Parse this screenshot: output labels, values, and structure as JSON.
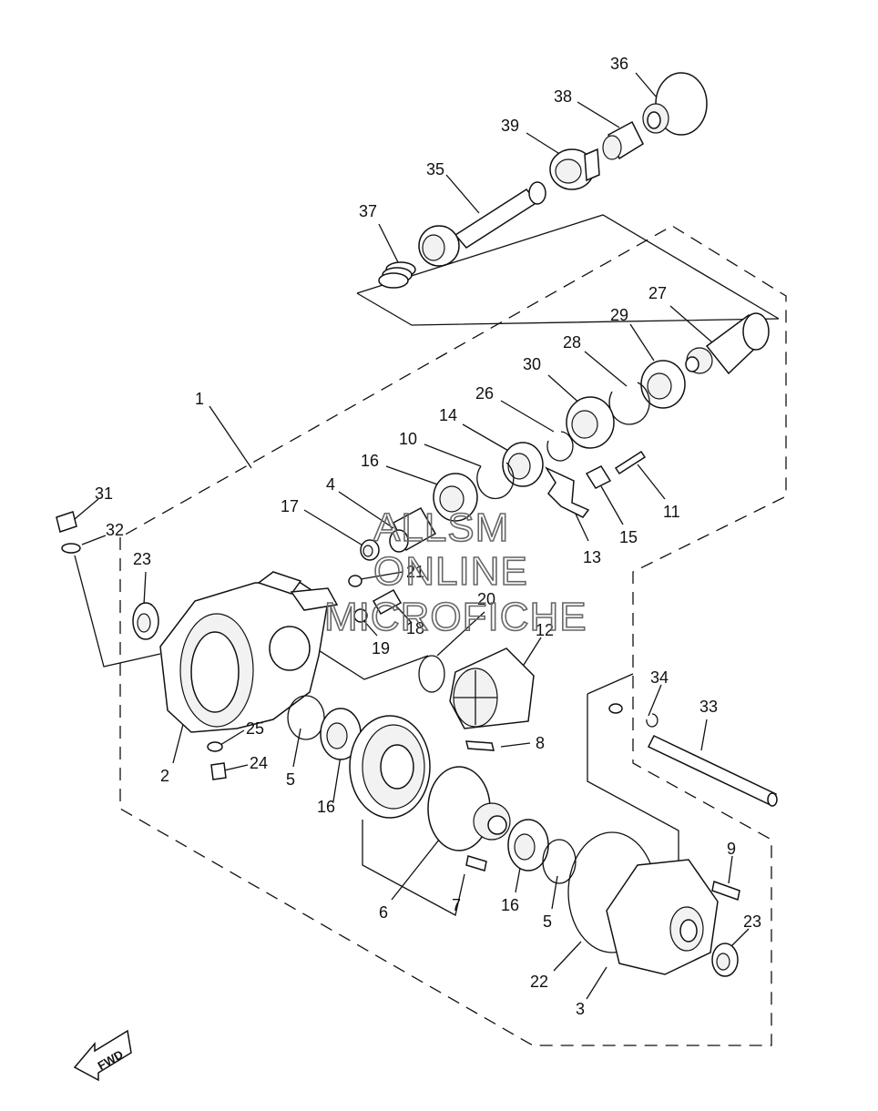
{
  "diagram": {
    "callouts": [
      "1",
      "2",
      "3",
      "4",
      "5",
      "5",
      "6",
      "7",
      "8",
      "9",
      "10",
      "11",
      "12",
      "13",
      "14",
      "15",
      "16",
      "16",
      "16",
      "17",
      "18",
      "19",
      "20",
      "21",
      "22",
      "23",
      "23",
      "24",
      "25",
      "26",
      "27",
      "28",
      "29",
      "30",
      "31",
      "32",
      "33",
      "34",
      "35",
      "36",
      "37",
      "38",
      "39"
    ],
    "watermark": [
      "ALLSM",
      "ONLINE",
      "MICROFICHE"
    ],
    "direction_marker": "FWD"
  }
}
